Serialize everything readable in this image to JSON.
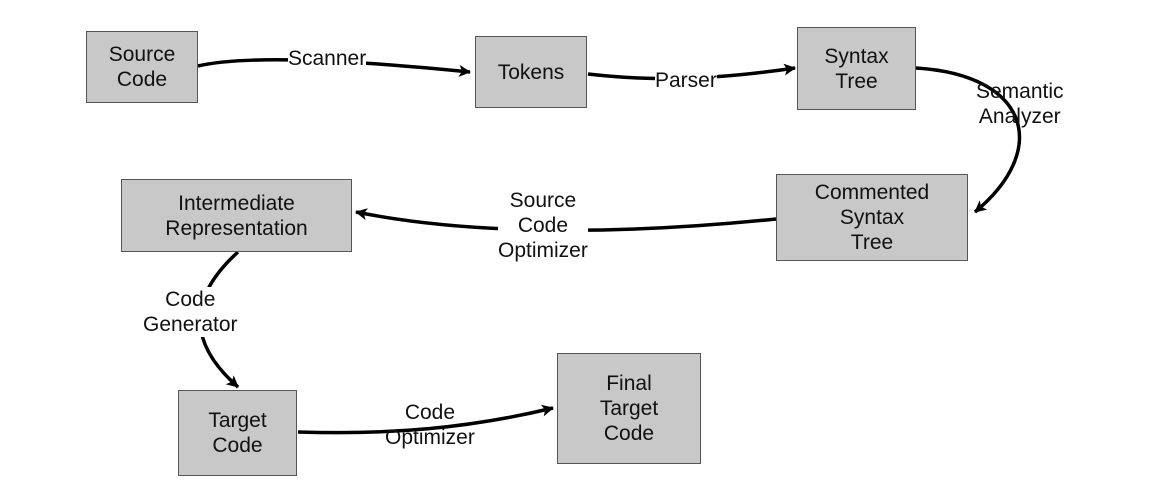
{
  "nodes": {
    "source_code": [
      "Source",
      "Code"
    ],
    "tokens": [
      "Tokens"
    ],
    "syntax_tree": [
      "Syntax",
      "Tree"
    ],
    "commented_syntax_tree": [
      "Commented",
      "Syntax",
      "Tree"
    ],
    "intermediate_representation": [
      "Intermediate",
      "Representation"
    ],
    "target_code": [
      "Target",
      "Code"
    ],
    "final_target_code": [
      "Final",
      "Target",
      "Code"
    ]
  },
  "edges": {
    "scanner": [
      "Scanner"
    ],
    "parser": [
      "Parser"
    ],
    "semantic_analyzer": [
      "Semantic",
      "Analyzer"
    ],
    "source_code_optimizer": [
      "Source",
      "Code",
      "Optimizer"
    ],
    "code_generator": [
      "Code",
      "Generator"
    ],
    "code_optimizer": [
      "Code",
      "Optimizer"
    ]
  },
  "colors": {
    "box_fill": "#c8c8c8",
    "box_border": "#555555",
    "line": "#000000"
  }
}
